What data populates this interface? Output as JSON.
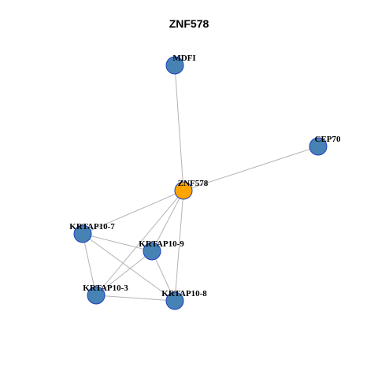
{
  "title": "ZNF578",
  "colors": {
    "center": "#FFA500",
    "node": "#4682B4",
    "edge": "#B4B4B4",
    "center_stroke": "#7A5A12",
    "node_stroke": "#1F3FBF"
  },
  "nodes": [
    {
      "id": "MDFI",
      "label": "MDFI",
      "type": "neighbor"
    },
    {
      "id": "CEP70",
      "label": "CEP70",
      "type": "neighbor"
    },
    {
      "id": "ZNF578",
      "label": "ZNF578",
      "type": "center"
    },
    {
      "id": "KRTAP10-7",
      "label": "KRTAP10-7",
      "type": "neighbor"
    },
    {
      "id": "KRTAP10-9",
      "label": "KRTAP10-9",
      "type": "neighbor"
    },
    {
      "id": "KRTAP10-3",
      "label": "KRTAP10-3",
      "type": "neighbor"
    },
    {
      "id": "KRTAP10-8",
      "label": "KRTAP10-8",
      "type": "neighbor"
    }
  ],
  "edges": [
    [
      "ZNF578",
      "MDFI"
    ],
    [
      "ZNF578",
      "CEP70"
    ],
    [
      "ZNF578",
      "KRTAP10-7"
    ],
    [
      "ZNF578",
      "KRTAP10-9"
    ],
    [
      "ZNF578",
      "KRTAP10-3"
    ],
    [
      "ZNF578",
      "KRTAP10-8"
    ],
    [
      "KRTAP10-7",
      "KRTAP10-9"
    ],
    [
      "KRTAP10-7",
      "KRTAP10-3"
    ],
    [
      "KRTAP10-7",
      "KRTAP10-8"
    ],
    [
      "KRTAP10-9",
      "KRTAP10-3"
    ],
    [
      "KRTAP10-9",
      "KRTAP10-8"
    ],
    [
      "KRTAP10-3",
      "KRTAP10-8"
    ]
  ]
}
